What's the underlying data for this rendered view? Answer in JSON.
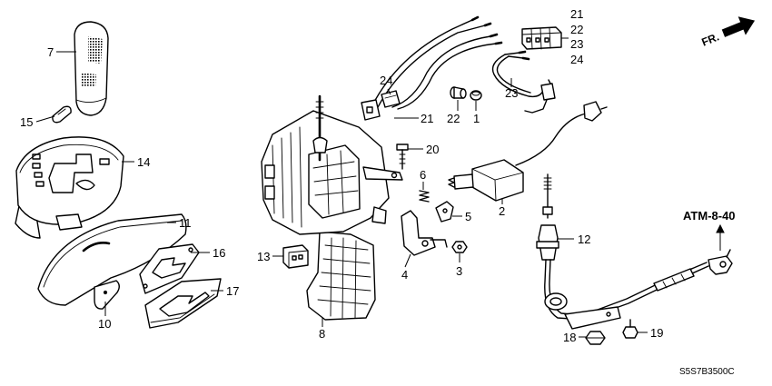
{
  "diagram": {
    "callouts": {
      "p1": "1",
      "p2": "2",
      "p3": "3",
      "p4": "4",
      "p5": "5",
      "p6": "6",
      "p7": "7",
      "p8": "8",
      "p10": "10",
      "p11": "11",
      "p12": "12",
      "p13": "13",
      "p14": "14",
      "p15": "15",
      "p16": "16",
      "p17": "17",
      "p18": "18",
      "p19": "19",
      "p20": "20",
      "p21": "21",
      "p22": "22",
      "p23": "23",
      "p24": "24"
    },
    "stack_callouts": [
      "21",
      "22",
      "23",
      "24"
    ],
    "direction_label": "FR.",
    "reference": "ATM-8-40",
    "drawing_code": "S5S7B3500C"
  },
  "colors": {
    "line": "#000000",
    "background": "#ffffff"
  }
}
